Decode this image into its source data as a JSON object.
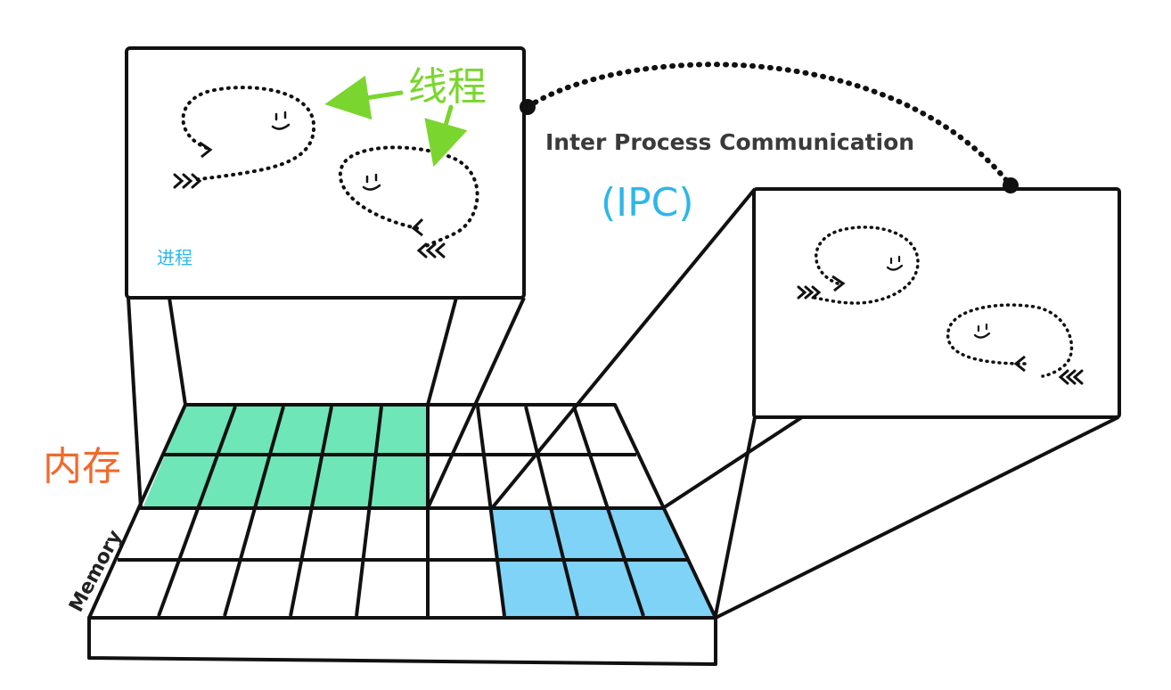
{
  "labels": {
    "thread": "线程",
    "process": "进程",
    "ipc_full": "Inter Process Communication",
    "ipc_abbr": "(IPC)",
    "memory_cn": "内存",
    "memory_en": "Memory"
  },
  "colors": {
    "thread": "#7ad62e",
    "process": "#2db7e8",
    "ipc_abbr": "#2db7e8",
    "memory_cn": "#f06a2c",
    "region_process_a": "#6ee6b8",
    "region_process_b": "#7fd3f7",
    "stroke": "#111111"
  },
  "icons": [
    "thread-squiggle-icon",
    "smiley-icon",
    "chevron-arrows-icon",
    "arrow-icon"
  ]
}
